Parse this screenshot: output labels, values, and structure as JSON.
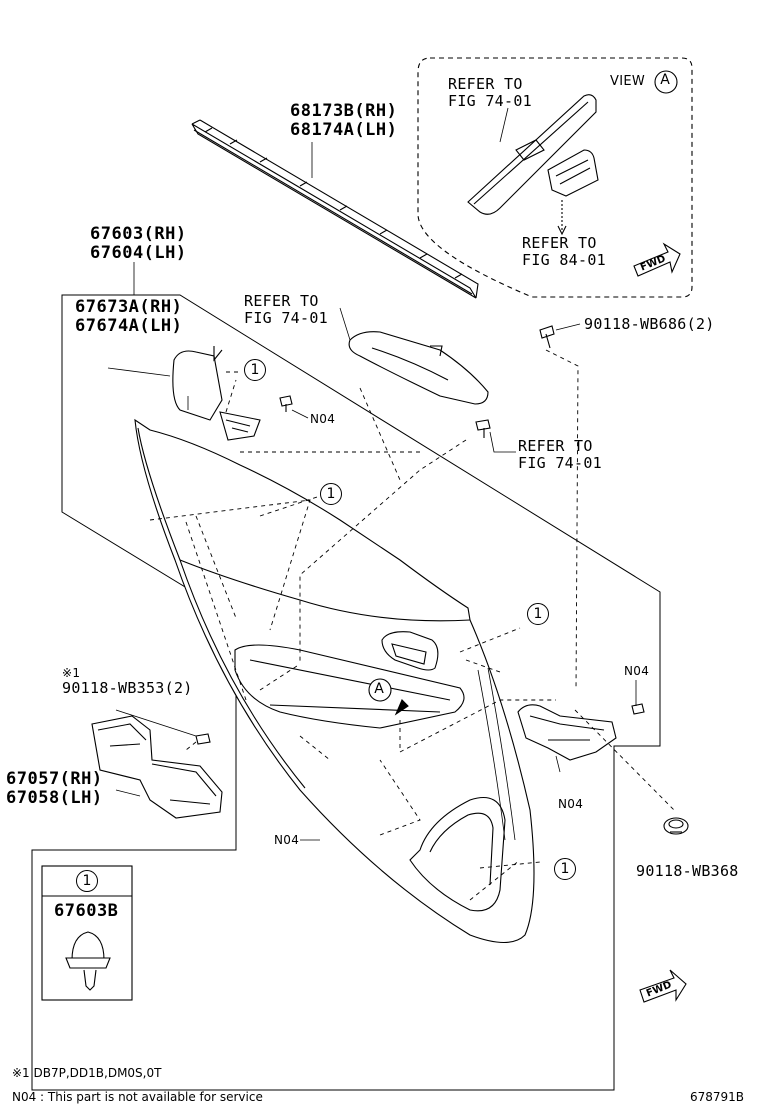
{
  "labels": {
    "weatherstrip_rh": "68173B(RH)",
    "weatherstrip_lh": "68174A(LH)",
    "trim_rh": "67603(RH)",
    "trim_lh": "67604(LH)",
    "bracket_rh": "67673A(RH)",
    "bracket_lh": "67674A(LH)",
    "refer_to": "REFER TO",
    "fig_74_01": "FIG 74-01",
    "fig_84_01": "FIG 84-01",
    "view": "VIEW",
    "view_letter": "A",
    "screw_wb686": "90118-WB686(2)",
    "note_mark": "※1",
    "screw_wb353": "90118-WB353(2)",
    "pocket_rh": "67057(RH)",
    "pocket_lh": "67058(LH)",
    "n04": "N04",
    "clip_wb368": "90118-WB368",
    "circle_one": "1",
    "legend_part": "67603B",
    "fwd": "FWD"
  },
  "footer": {
    "note1": "※1 DB7P,DD1B,DM0S,0T",
    "n04_note": "N04 : This part is not available for service",
    "diagram_id": "678791B"
  }
}
